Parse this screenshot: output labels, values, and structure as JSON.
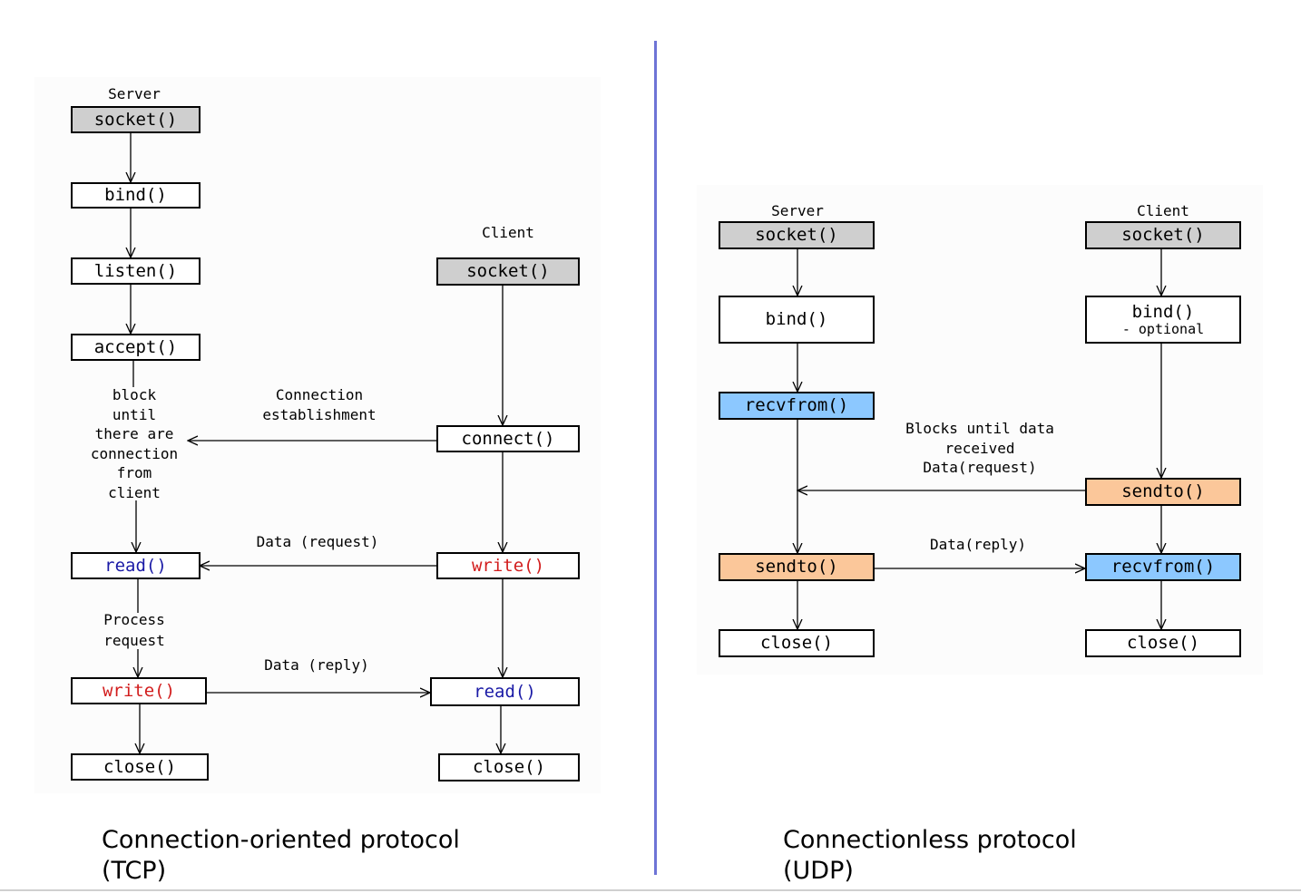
{
  "tcp": {
    "server_label": "Server",
    "client_label": "Client",
    "server": {
      "socket": "socket()",
      "bind": "bind()",
      "listen": "listen()",
      "accept": "accept()",
      "read": "read()",
      "write": "write()",
      "close": "close()"
    },
    "client": {
      "socket": "socket()",
      "connect": "connect()",
      "write": "write()",
      "read": "read()",
      "close": "close()"
    },
    "block_note": [
      "block",
      "until",
      "there are",
      "connection",
      "from",
      "client"
    ],
    "connection_note": [
      "Connection",
      "establishment"
    ],
    "data_request": "Data (request)",
    "process_note": [
      "Process",
      "request"
    ],
    "data_reply": "Data (reply)",
    "caption": [
      "Connection-oriented protocol",
      "(TCP)"
    ]
  },
  "udp": {
    "server_label": "Server",
    "client_label": "Client",
    "server": {
      "socket": "socket()",
      "bind": "bind()",
      "recvfrom": "recvfrom()",
      "sendto": "sendto()",
      "close": "close()"
    },
    "client": {
      "socket": "socket()",
      "bind": "bind()",
      "bind_note": "- optional",
      "sendto": "sendto()",
      "recvfrom": "recvfrom()",
      "close": "close()"
    },
    "blocks_note": [
      "Blocks until data",
      "received",
      "Data(request)"
    ],
    "data_reply": "Data(reply)",
    "caption": [
      "Connectionless protocol",
      "(UDP)"
    ]
  },
  "colors": {
    "gray_box": "#cfcfcf",
    "blue_box": "#8cc8ff",
    "orange_box": "#fbc79a",
    "blue_text": "#1a1aa6",
    "red_text": "#d21d1d",
    "divider": "#6e74d6"
  }
}
